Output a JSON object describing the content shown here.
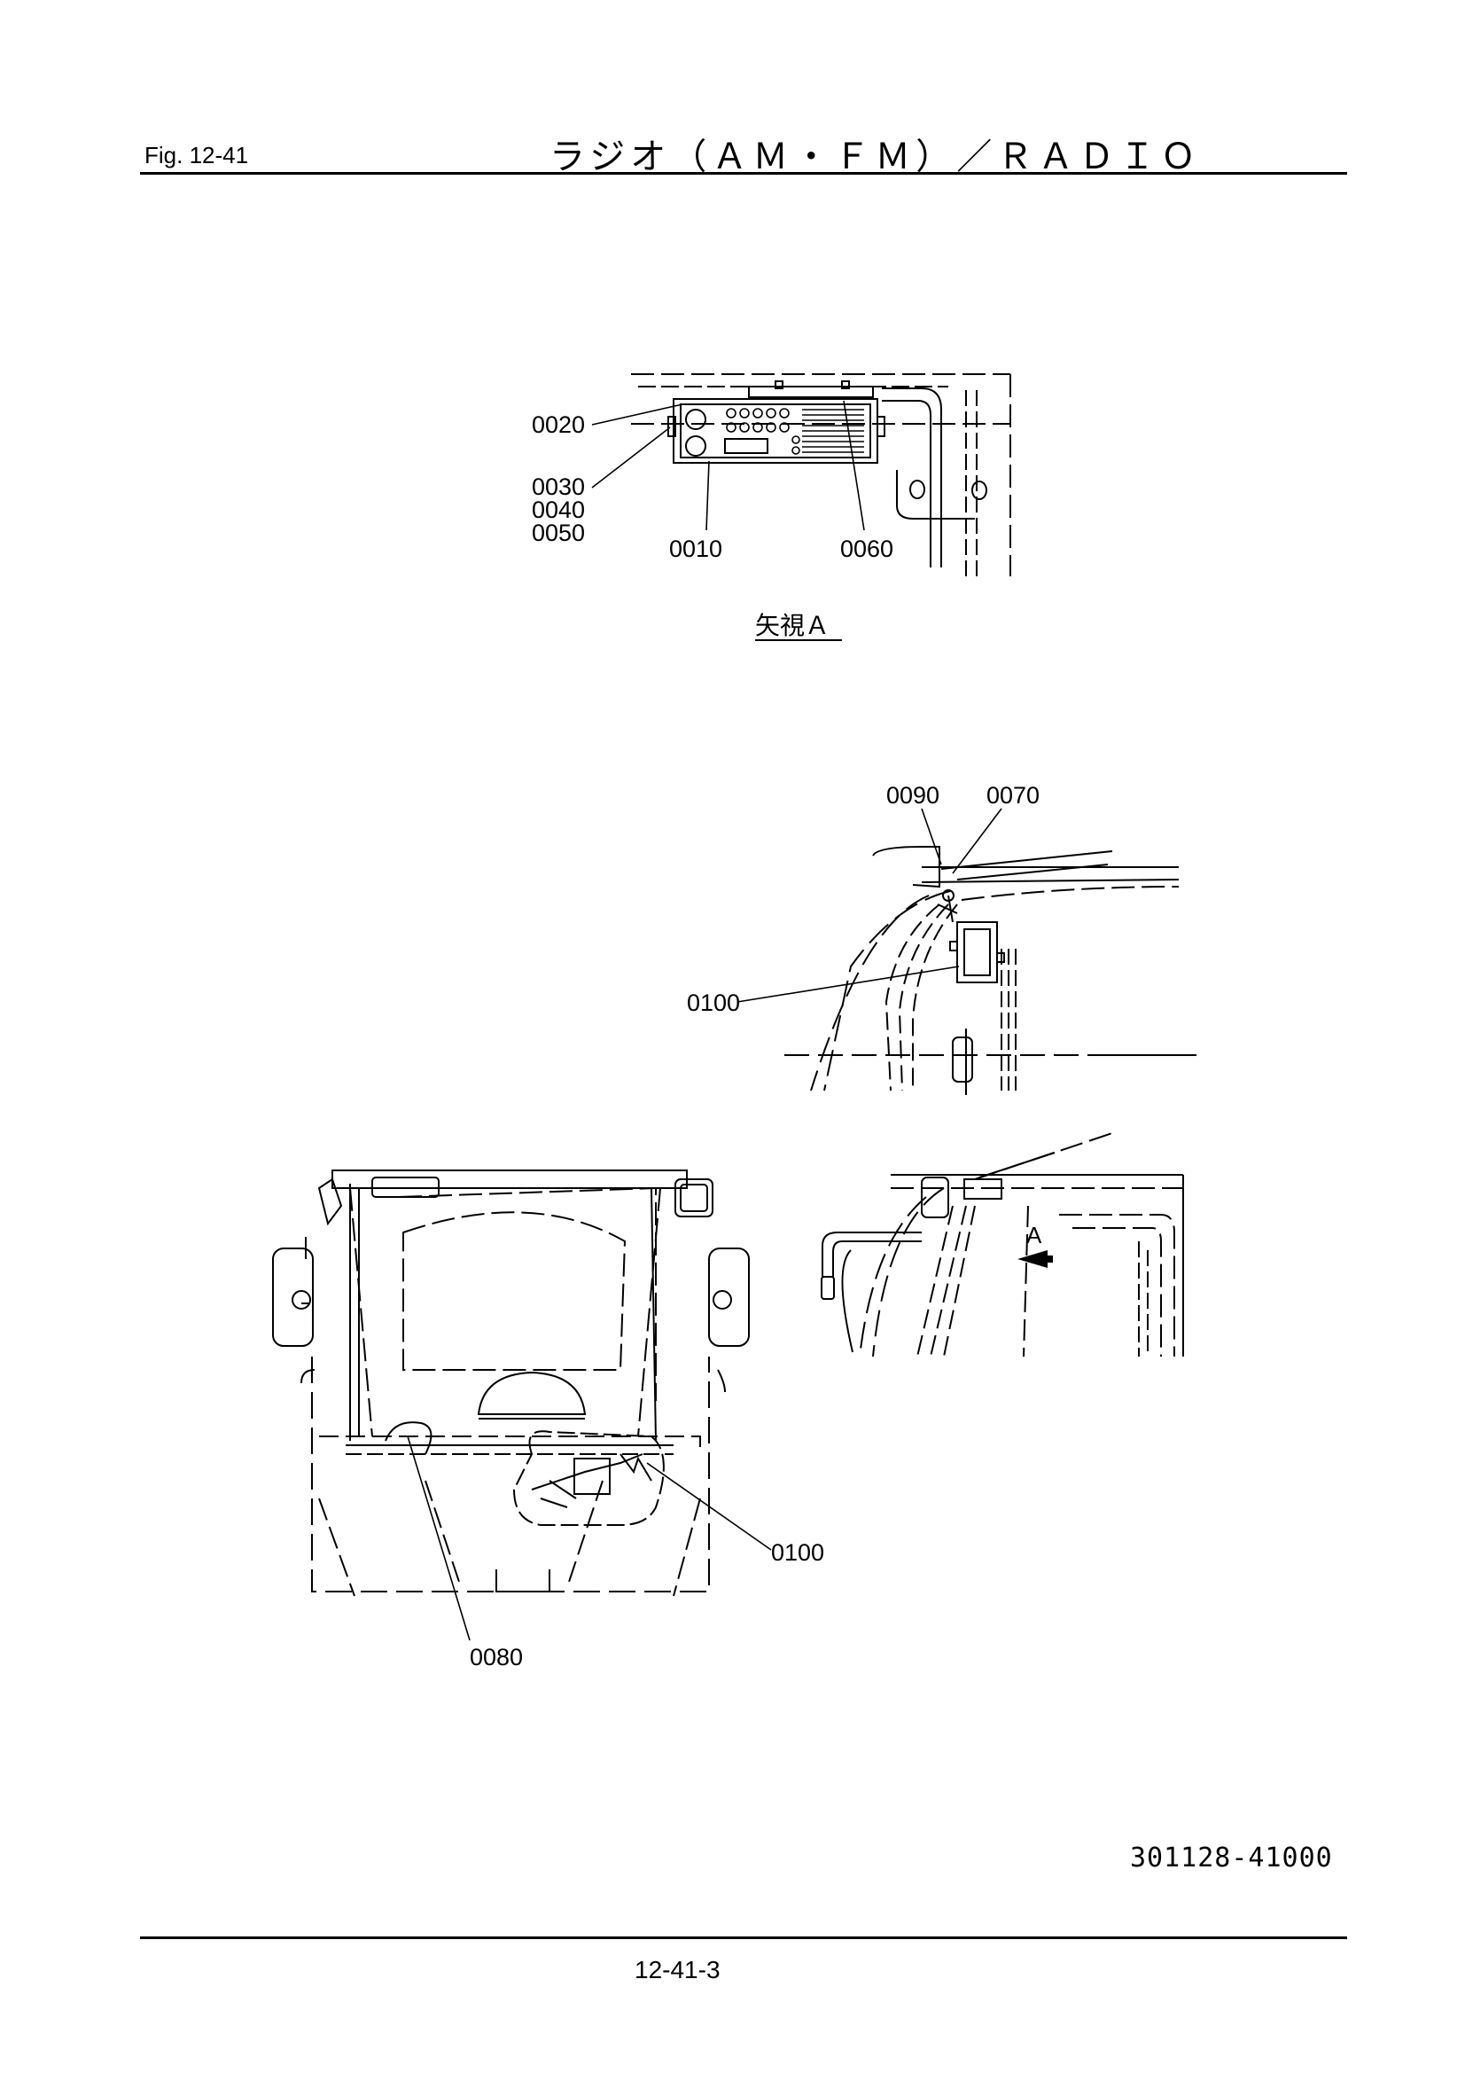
{
  "header": {
    "fig_label": "Fig.  12-41",
    "title": "ラジオ（ＡＭ・ＦＭ）／ＲＡＤＩＯ"
  },
  "view_a": {
    "caption": "矢視Ａ",
    "callouts": [
      "0020",
      "0030",
      "0040",
      "0050",
      "0010",
      "0060"
    ]
  },
  "side_view": {
    "callouts": [
      "0090",
      "0070",
      "0100"
    ]
  },
  "front_view": {
    "callouts": [
      "0100",
      "0080"
    ]
  },
  "rear_view": {
    "arrow_label": "A"
  },
  "footer": {
    "doc_number": "301128-41000",
    "page_number": "12-41-3"
  }
}
